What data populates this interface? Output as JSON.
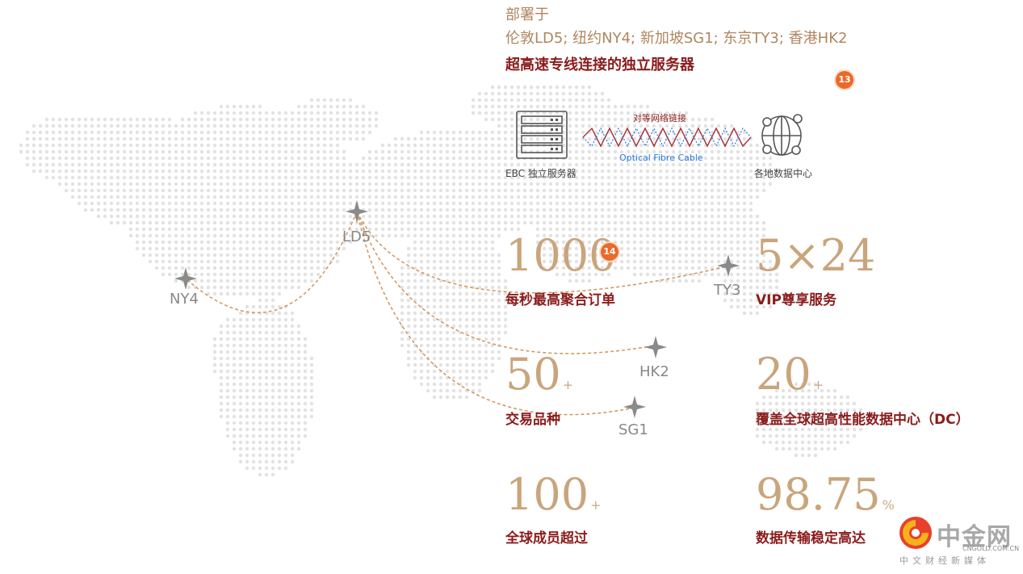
{
  "header": {
    "deploy_label": "部署于",
    "locations": "伦敦LD5; 纽约NY4; 新加坡SG1; 东京TY3; 香港HK2",
    "subtitle": "超高速专线连接的独立服务器"
  },
  "badges": {
    "first": "13",
    "second": "14"
  },
  "diagram": {
    "server_label": "EBC 独立服务器",
    "peer_label": "对等网络链接",
    "cable_label": "Optical Fibre Cable",
    "dc_label": "各地数据中心"
  },
  "nodes": {
    "ld5": "LD5",
    "ny4": "NY4",
    "ty3": "TY3",
    "hk2": "HK2",
    "sg1": "SG1"
  },
  "stats": {
    "orders": {
      "value": "1000",
      "label": "每秒最高聚合订单"
    },
    "vip": {
      "value": "5×24",
      "label": "VIP尊享服务"
    },
    "products": {
      "value": "50",
      "suffix": "+",
      "label": "交易品种"
    },
    "datacenters": {
      "value": "20",
      "suffix": "+",
      "label": "覆盖全球超高性能数据中心（DC）"
    },
    "members": {
      "value": "100",
      "suffix": "+",
      "label": "全球成员超过"
    },
    "transfer": {
      "value": "98.75",
      "suffix": "%",
      "label": "数据传输稳定高达"
    }
  },
  "logo": {
    "name": "中金网",
    "url": "CNGOLD.COM.CN",
    "tagline": "中文财经新媒体"
  },
  "colors": {
    "gold": "#c9a57c",
    "tan": "#b0865e",
    "dark_red": "#8b1c1c",
    "badge_orange": "#e96a2a",
    "route": "#d39a63",
    "cable_blue": "#2a7bd8"
  }
}
